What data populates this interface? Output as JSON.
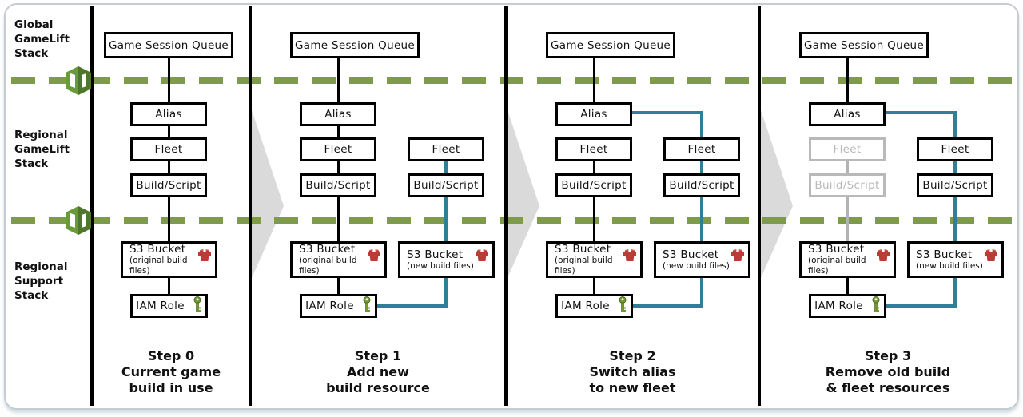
{
  "stack_labels": {
    "global": "Global\nGameLift\nStack",
    "regional_gamelift": "Regional\nGameLift\nStack",
    "regional_support": "Regional\nSupport\nStack"
  },
  "icons": {
    "gamelift": "gamelift-icon",
    "s3_bucket": "s3-bucket-icon",
    "iam_key": "key-icon"
  },
  "colors": {
    "boundary_dash_green": "#7d9b4a",
    "new_resource_teal": "#2e7f97",
    "removed_resource_gray": "#b9b9b9",
    "s3_icon_red": "#b93d36",
    "key_icon_green": "#719b31"
  },
  "panels": [
    {
      "queue": "Game Session Queue",
      "alias": "Alias",
      "old_fleet": "Fleet",
      "old_build_script": "Build/Script",
      "s3_original": {
        "title": "S3 Bucket",
        "subtitle": "(original build files)"
      },
      "iam_role": "IAM Role",
      "caption": "Step 0\nCurrent game\nbuild in use"
    },
    {
      "queue": "Game Session Queue",
      "alias": "Alias",
      "old_fleet": "Fleet",
      "old_build_script": "Build/Script",
      "new_fleet": "Fleet",
      "new_build_script": "Build/Script",
      "s3_original": {
        "title": "S3 Bucket",
        "subtitle": "(original build files)"
      },
      "s3_new": {
        "title": "S3 Bucket",
        "subtitle": "(new build files)"
      },
      "iam_role": "IAM Role",
      "caption": "Step 1\nAdd new\nbuild resource"
    },
    {
      "queue": "Game Session Queue",
      "alias": "Alias",
      "old_fleet": "Fleet",
      "old_build_script": "Build/Script",
      "new_fleet": "Fleet",
      "new_build_script": "Build/Script",
      "s3_original": {
        "title": "S3 Bucket",
        "subtitle": "(original build files)"
      },
      "s3_new": {
        "title": "S3 Bucket",
        "subtitle": "(new build files)"
      },
      "iam_role": "IAM Role",
      "caption": "Step 2\nSwitch alias\nto new fleet"
    },
    {
      "queue": "Game Session Queue",
      "alias": "Alias",
      "old_fleet": "Fleet",
      "old_build_script": "Build/Script",
      "new_fleet": "Fleet",
      "new_build_script": "Build/Script",
      "s3_original": {
        "title": "S3 Bucket",
        "subtitle": "(original build files)"
      },
      "s3_new": {
        "title": "S3 Bucket",
        "subtitle": "(new build files)"
      },
      "iam_role": "IAM Role",
      "caption": "Step 3\nRemove old build\n& fleet resources"
    }
  ]
}
